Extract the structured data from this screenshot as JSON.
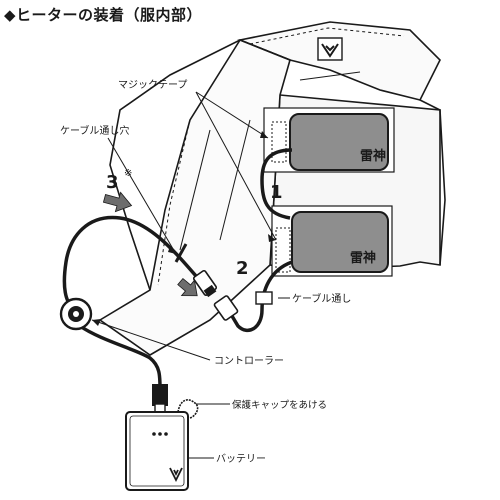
{
  "title": "◆ヒーターの装着（服内部）",
  "labels": {
    "magic_tape": "マジックテープ",
    "cable_hole": "ケーブル通し穴",
    "step3": "3",
    "step3_mark": "※",
    "step1": "1",
    "step2": "2",
    "cable_guide": "ケーブル通し",
    "controller": "コントローラー",
    "protect_cap": "保護キャップをあける",
    "battery": "バッテリー"
  },
  "colors": {
    "ink": "#1a1a1a",
    "heater_fill": "#8e8e8e",
    "arrow_fill": "#6d6d6d",
    "jacket_fill": "#f4f4f4"
  }
}
